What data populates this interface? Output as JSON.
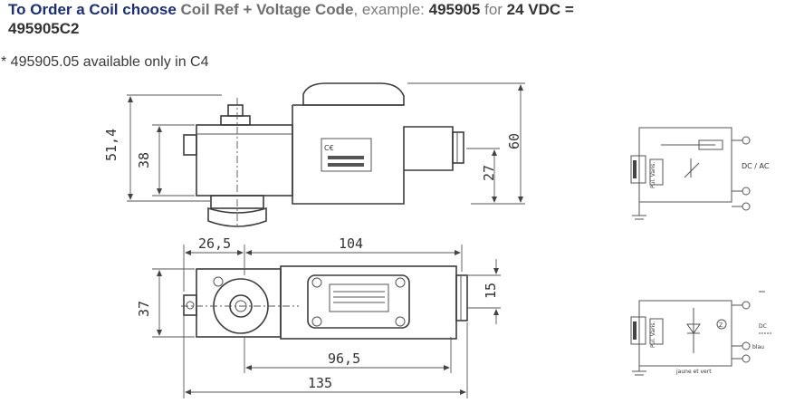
{
  "header": {
    "part1": "To Order a Coil choose ",
    "coil_ref": "Coil Ref",
    "plus": " + ",
    "voltage_code": "Voltage Code",
    "example_text": ", example: ",
    "example_ref": "495905",
    "for_text": " for ",
    "voltage": "24 VDC",
    "equals": " =",
    "result": "495905C2"
  },
  "footnote": "* 495905.05 available only in C4",
  "dimensions": {
    "total_height": "51,4",
    "body_height": "38",
    "overall_height": "60",
    "connector_height": "27",
    "offset_width": "26,5",
    "length": "104",
    "depth": "37",
    "connector_depth": "15",
    "inner_length": "96,5",
    "total_length": "135"
  },
  "wiring": {
    "top_terminal": "DC / AC",
    "bottom_dc": "DC",
    "bottom_blue": "blau",
    "bottom_earth": "jaune et vert",
    "zero_marker": "Z",
    "coil_label": "Pul. Varis."
  }
}
